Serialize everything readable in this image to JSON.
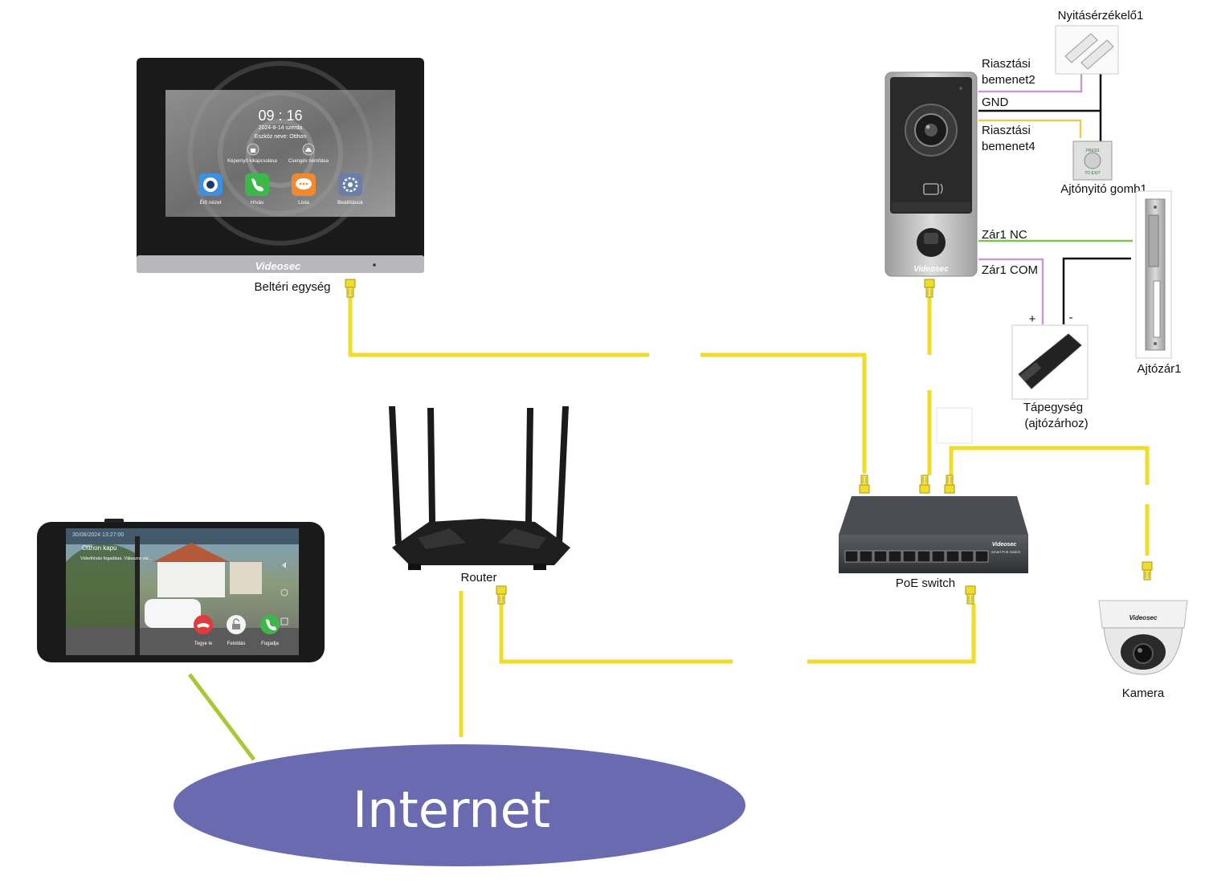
{
  "devices": {
    "indoor_unit": {
      "label": "Beltéri egység",
      "brand": "Videosec",
      "screen": {
        "time": "09 : 16",
        "date": "2024-8-14 szerda",
        "device_name": "Eszköz neve: Otthon",
        "screen_lock": "Képernyő kikapcsolása",
        "mute_bell": "Csengés némítása",
        "apps": [
          "Élő nézet",
          "Hívás",
          "Lista",
          "Beállítások"
        ]
      }
    },
    "door_station": {
      "brand": "Videosec"
    },
    "door_sensor": {
      "label": "Nyitásérzékelő1"
    },
    "exit_button": {
      "label": "Ajtónyitó gomb1",
      "top_text": "PRESS",
      "bottom_text": "TO EXIT"
    },
    "door_lock": {
      "label": "Ajtózár1"
    },
    "power_supply": {
      "label_line1": "Tápegység",
      "label_line2": "(ajtózárhoz)",
      "plus": "+",
      "minus": "-"
    },
    "router": {
      "label": "Router"
    },
    "poe_switch": {
      "label": "PoE switch",
      "brand": "Videosec",
      "sub": "Smart PoE Switch"
    },
    "camera": {
      "label": "Kamera",
      "brand": "Videosec"
    },
    "phone": {
      "timestamp": "30/08/2024 13:27:00",
      "title": "Otthon kapu",
      "message": "Videóhívás fogadása. Válaszra vár...",
      "buttons": [
        "Tegye le",
        "Feloldás",
        "Fogadja"
      ]
    },
    "internet": {
      "label": "Internet"
    }
  },
  "wiring": {
    "alarm_input_2_line1": "Riasztási",
    "alarm_input_2_line2": "bemenet2",
    "gnd": "GND",
    "alarm_input_4_line1": "Riasztási",
    "alarm_input_4_line2": "bemenet4",
    "lock_nc": "Zár1 NC",
    "lock_com": "Zár1 COM"
  },
  "colors": {
    "cable": "#f0dc2a",
    "internet": "#6a6ab0",
    "wire_purple": "#c89ad0",
    "wire_green": "#7cc060",
    "wire_black": "#111111",
    "phone_link": "#a8c838"
  }
}
